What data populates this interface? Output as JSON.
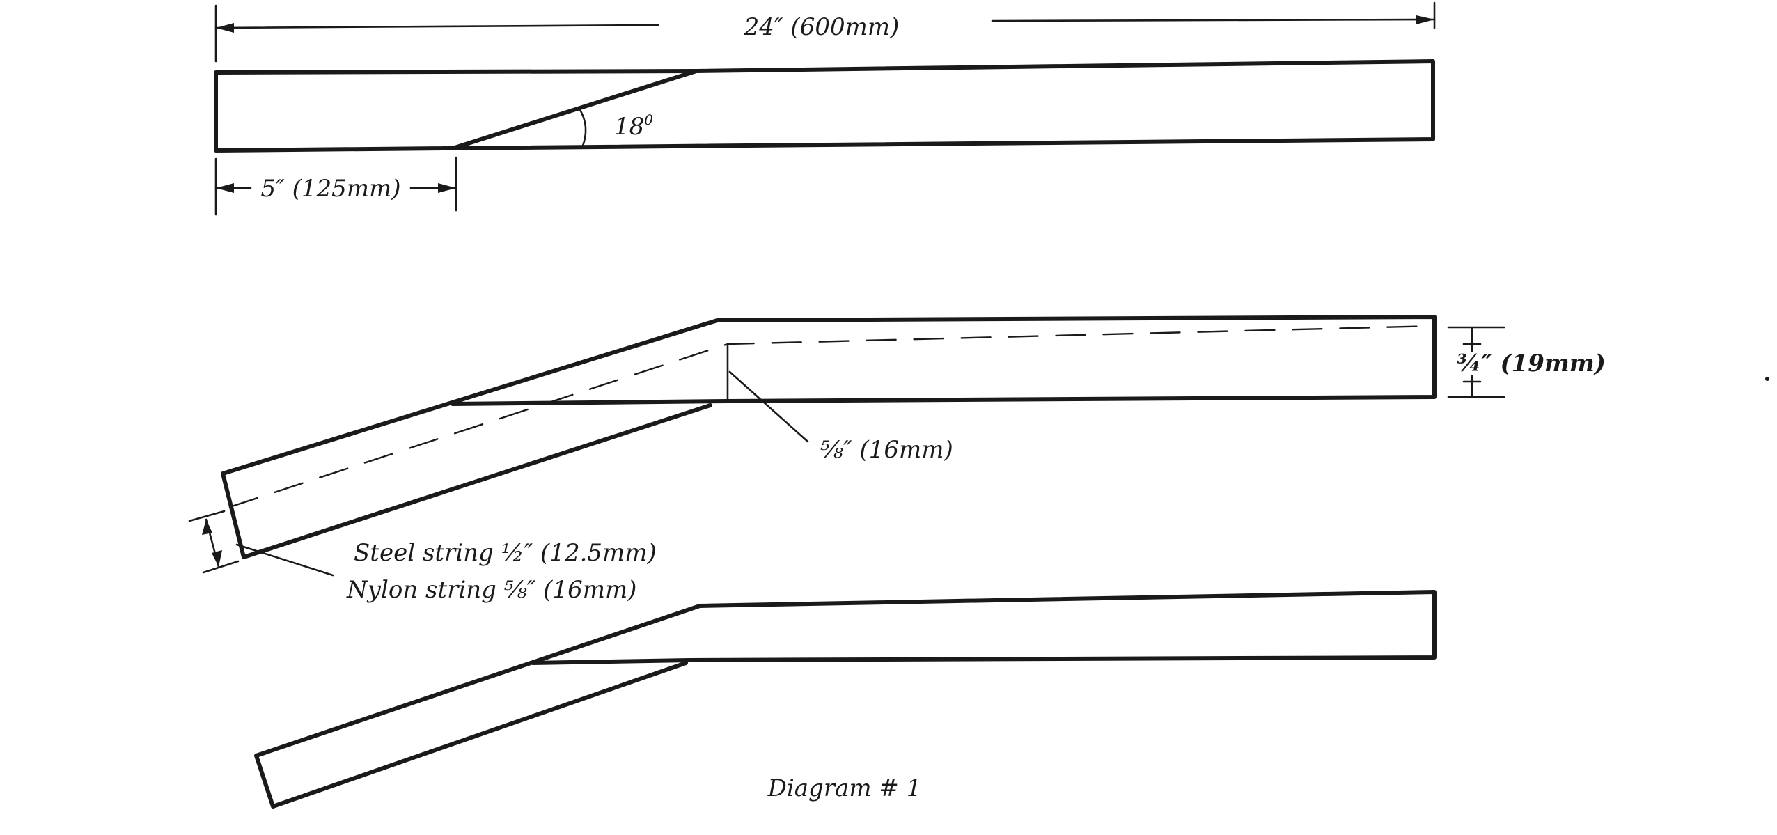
{
  "labels": {
    "total_length": "24″ (600mm)",
    "angle": "18",
    "angle_unit": "0",
    "cut_offset": "5″ (125mm)",
    "heel_depth": "¾″ (19mm)",
    "scarf_depth": "⅝″ (16mm)",
    "steel_string": "Steel string ½″ (12.5mm)",
    "nylon_string": "Nylon string ⅝″ (16mm)"
  },
  "caption": "Diagram # 1"
}
